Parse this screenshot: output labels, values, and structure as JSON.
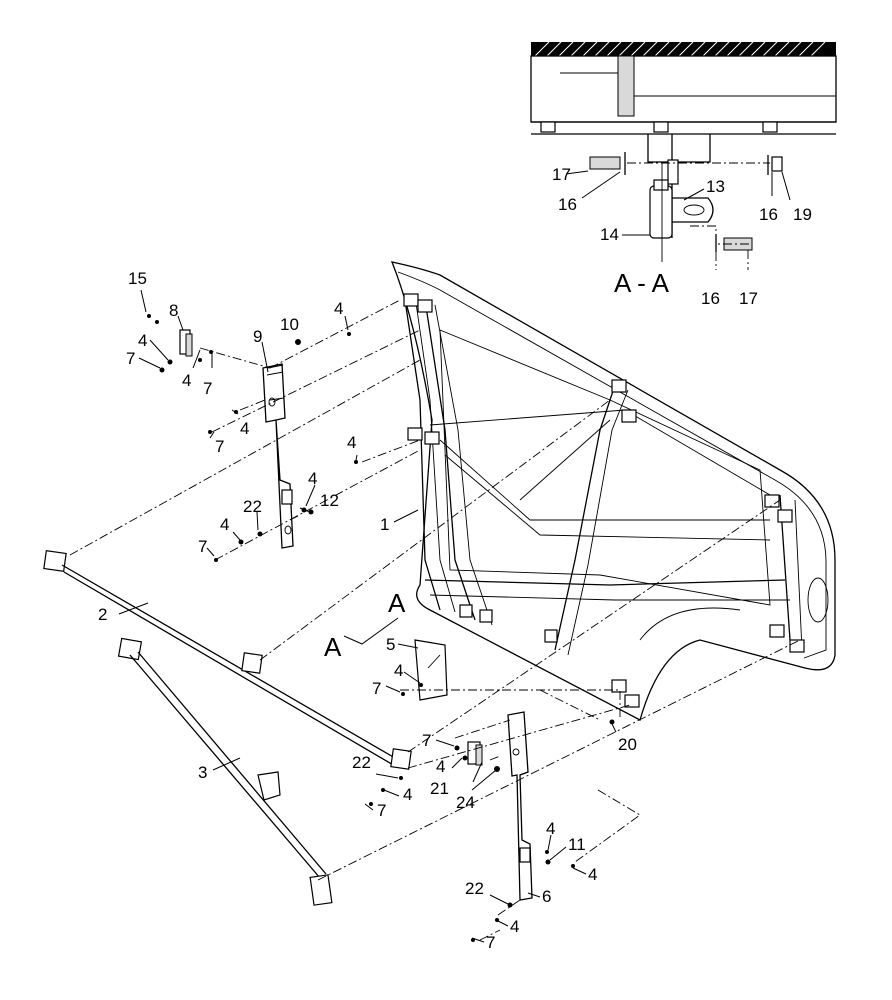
{
  "section_view": {
    "label": "A - A",
    "callouts": [
      "17",
      "16",
      "13",
      "14",
      "16",
      "19",
      "16",
      "17"
    ]
  },
  "section_marker": {
    "letter_top": "A",
    "letter_left": "A"
  },
  "callouts": {
    "c15": "15",
    "c8": "8",
    "c4a": "4",
    "c7a": "7",
    "c4b": "4",
    "c7b": "7",
    "c9": "9",
    "c10": "10",
    "c4c": "4",
    "c4d": "4",
    "c7c": "7",
    "c4e": "4",
    "c4f": "4",
    "c12": "12",
    "c22a": "22",
    "c4g": "4",
    "c7d": "7",
    "c1": "1",
    "c2": "2",
    "c5": "5",
    "c4h": "4",
    "c7e": "7",
    "c20": "20",
    "c3": "3",
    "c7f": "7",
    "c4i": "4",
    "c21": "21",
    "c24": "24",
    "c22b": "22",
    "c4j": "4",
    "c7g": "7",
    "c4k": "4",
    "c11": "11",
    "c4l": "4",
    "c22c": "22",
    "c6": "6",
    "c4m": "4",
    "c7h": "7"
  }
}
